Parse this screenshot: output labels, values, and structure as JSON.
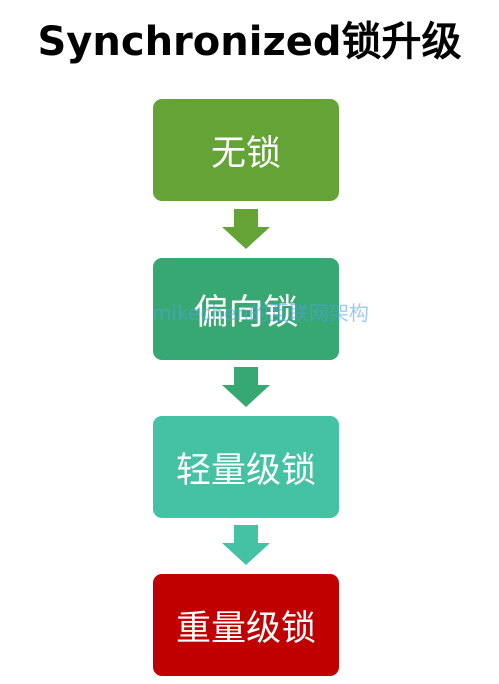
{
  "title": "Synchronized锁升级",
  "steps": [
    {
      "label": "无锁",
      "color": "#64A437"
    },
    {
      "label": "偏向锁",
      "color": "#38A873"
    },
    {
      "label": "轻量级锁",
      "color": "#45C1A3"
    },
    {
      "label": "重量级锁",
      "color": "#C00000"
    }
  ],
  "watermark": "mikechen的互联网架构"
}
